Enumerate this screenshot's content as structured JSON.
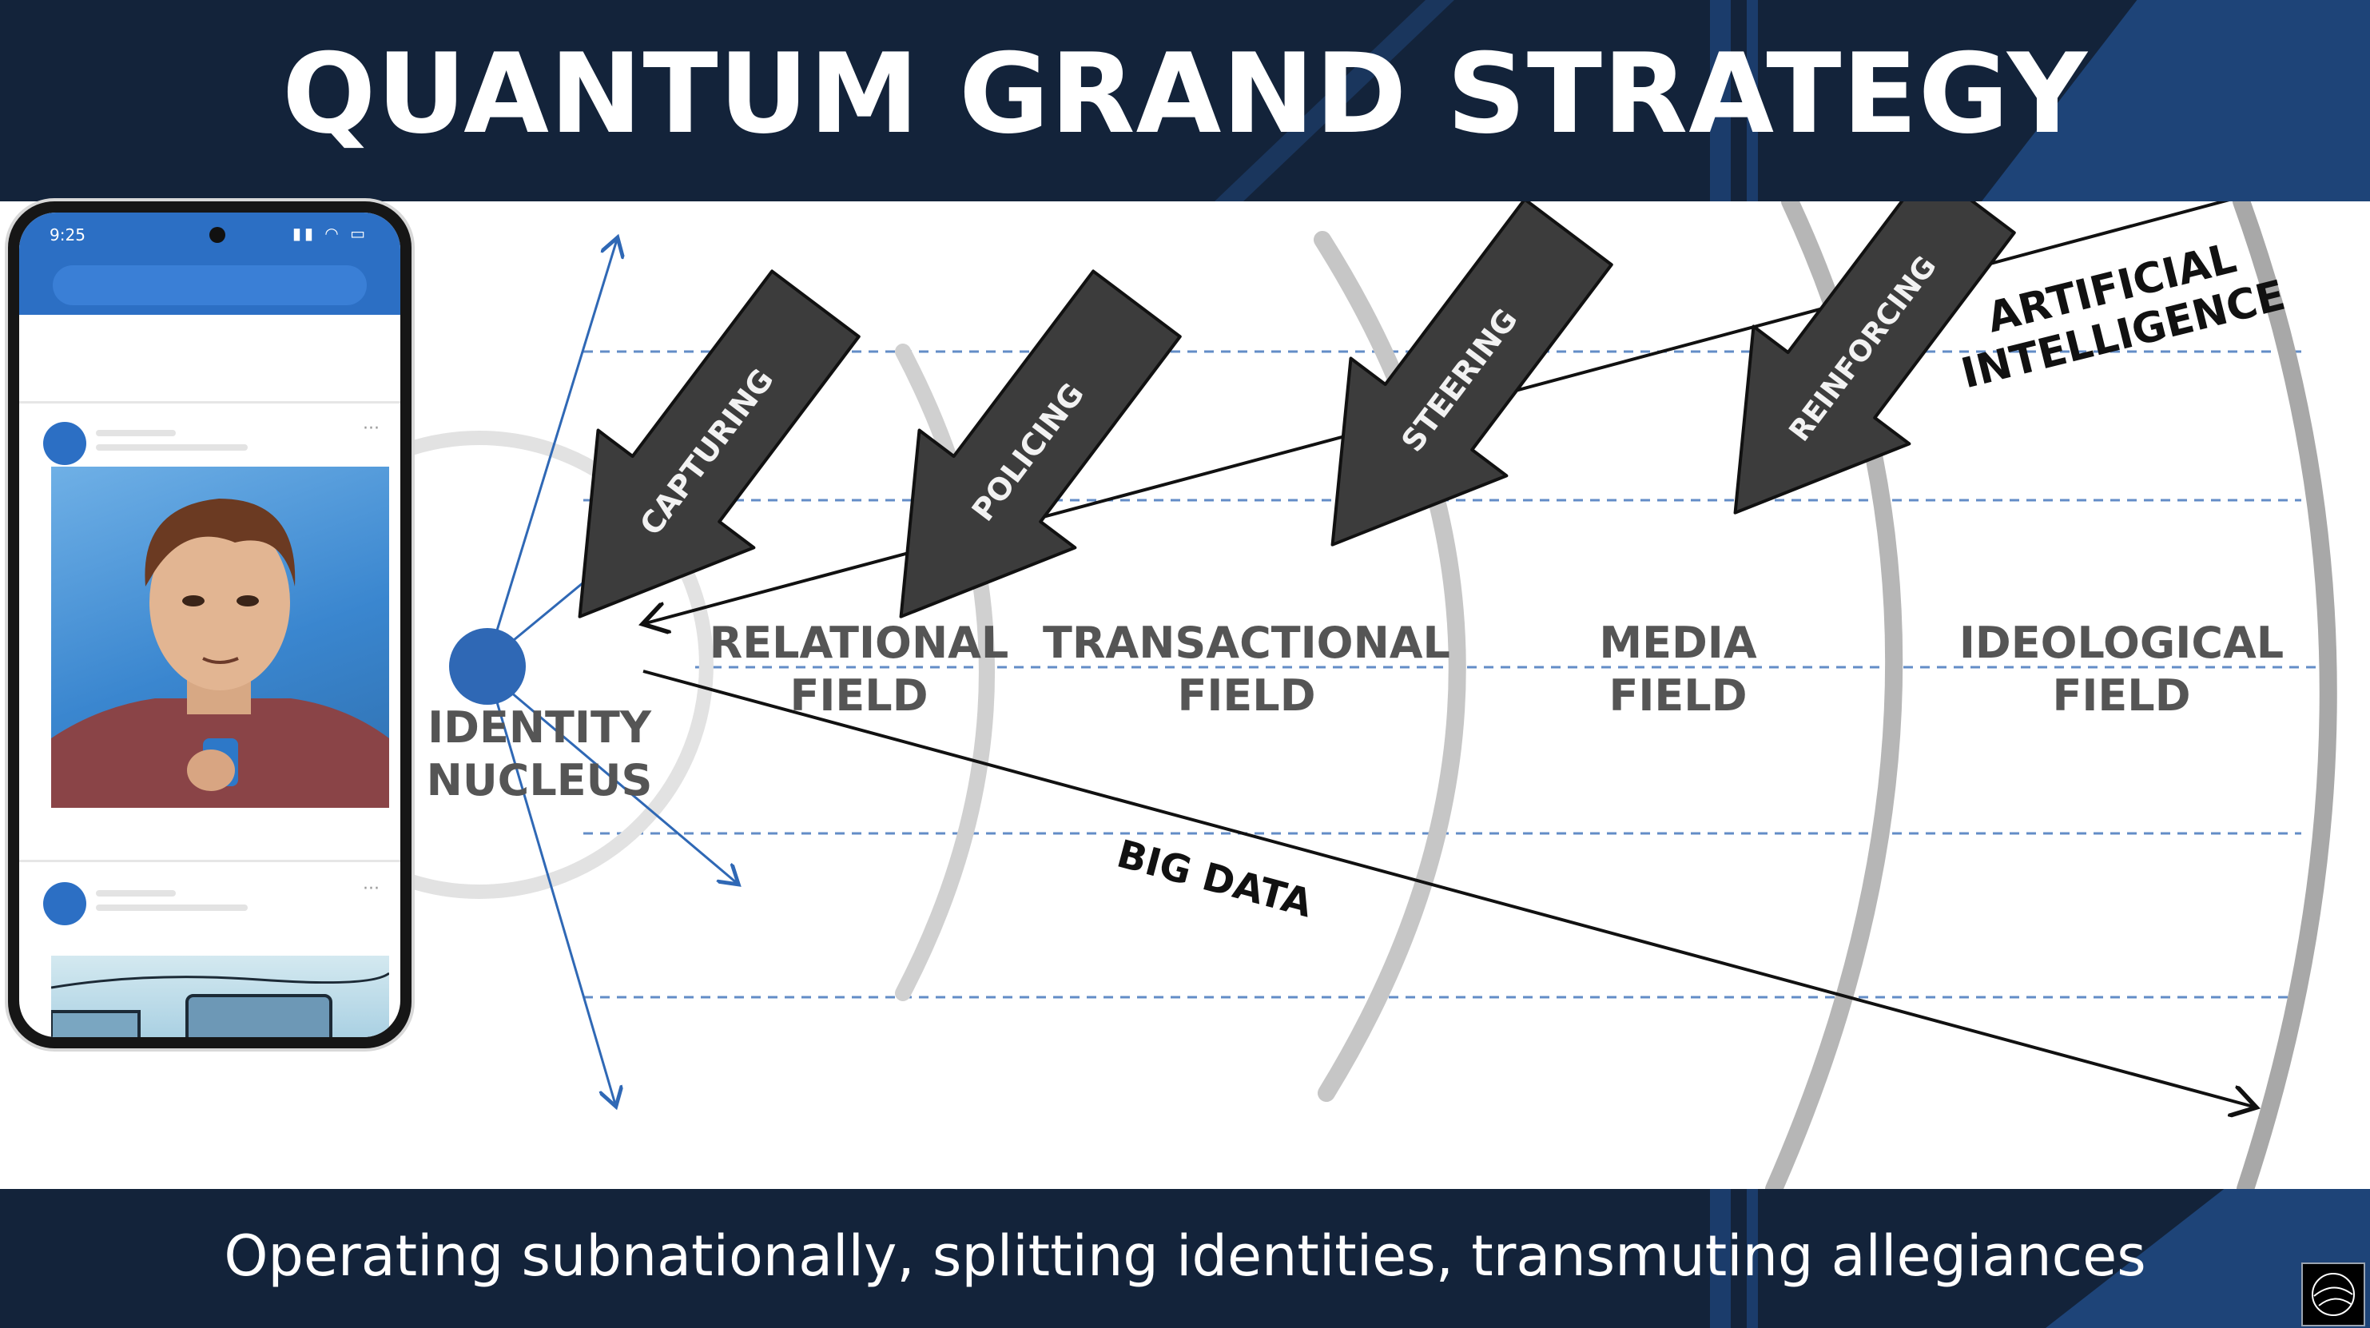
{
  "header": {
    "title": "QUANTUM GRAND STRATEGY"
  },
  "footer": {
    "subtitle": "Operating subnationally, splitting identities, transmuting allegiances"
  },
  "phone": {
    "status_time": "9:25",
    "status_icons": "▮▮ ◠ ▭"
  },
  "diagram": {
    "nucleus_label": "IDENTITY\nNUCLEUS",
    "fields": [
      {
        "label": "RELATIONAL\nFIELD"
      },
      {
        "label": "TRANSACTIONAL\nFIELD"
      },
      {
        "label": "MEDIA\nFIELD"
      },
      {
        "label": "IDEOLOGICAL\nFIELD"
      }
    ],
    "actions": [
      {
        "label": "CAPTURING"
      },
      {
        "label": "POLICING"
      },
      {
        "label": "STEERING"
      },
      {
        "label": "REINFORCING"
      }
    ],
    "ai_label": "ARTIFICIAL\nINTELLIGENCE",
    "big_data_label": "BIG DATA"
  },
  "colors": {
    "navy": "#13233a",
    "accent_blue": "#2f68b5",
    "gray_field": "#cfcfcf",
    "dark_arrow": "#3c3c3c",
    "label_gray": "#555555"
  }
}
